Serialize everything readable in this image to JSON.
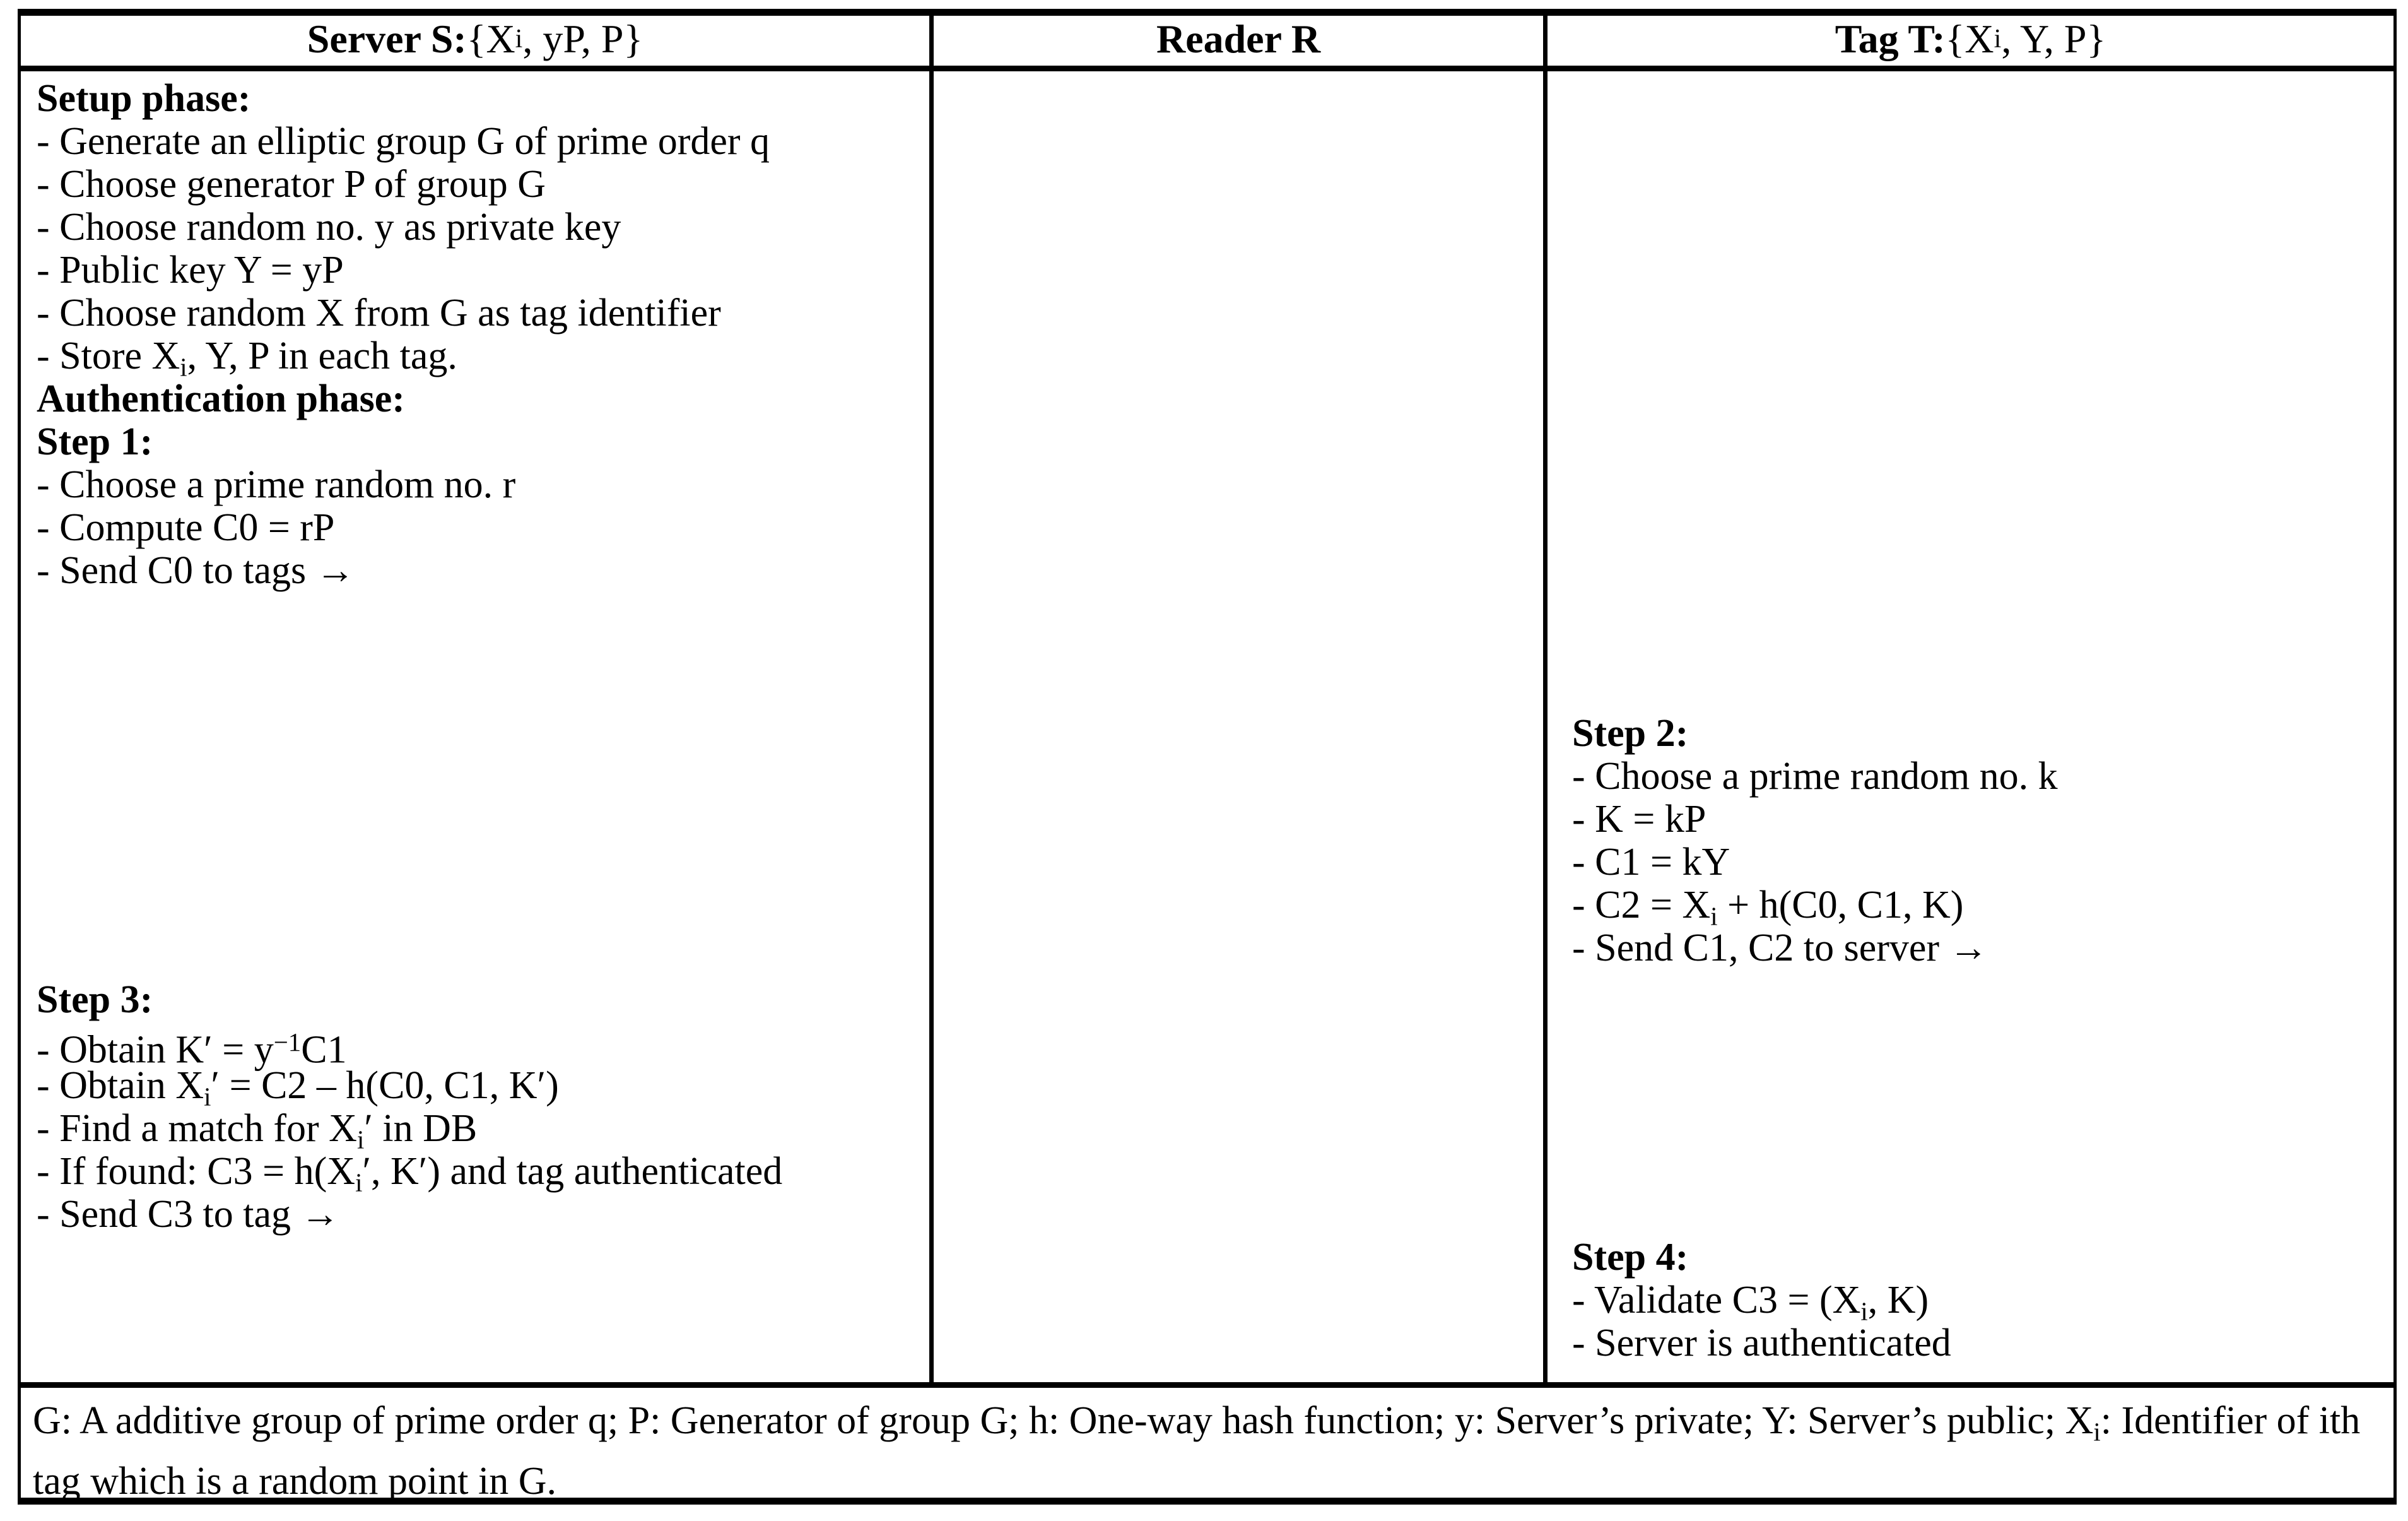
{
  "figure": {
    "kind": "protocol-table",
    "columns": [
      {
        "id": "server",
        "title_bold": "Server S:",
        "title_rest": " {X",
        "title_sub": "i",
        "title_tail": ", yP, P}"
      },
      {
        "id": "reader",
        "title_bold": "Reader R",
        "title_rest": "",
        "title_sub": "",
        "title_tail": ""
      },
      {
        "id": "tag",
        "title_bold": "Tag T:",
        "title_rest": " {X",
        "title_sub": "i",
        "title_tail": ", Y, P}"
      }
    ]
  },
  "server_column": {
    "setup": {
      "heading": "Setup phase:",
      "items": [
        "- Generate an elliptic group G of prime order q",
        "- Choose generator P of group G",
        "- Choose random no. y as private key",
        "- Public key Y = yP",
        "- Choose random X from G as tag identifier"
      ],
      "last_item_pre": "- Store X",
      "last_item_sub": "i",
      "last_item_post": ", Y, P in each tag."
    },
    "authentication": {
      "heading": "Authentication phase:",
      "step1_heading": "Step 1:",
      "step1_items": [
        "- Choose a prime random no. r",
        "- Compute C0 = rP",
        "- Send C0 to tags →"
      ]
    },
    "step3": {
      "heading": "Step 3:",
      "line1_pre": "- Obtain K′ = y",
      "line1_sup": "−1",
      "line1_post": "C1",
      "line2_pre": "- Obtain X",
      "line2_sub": "i",
      "line2_post": "′ = C2 – h(C0, C1, K′)",
      "line3_pre": "- Find a match for X",
      "line3_sub": "i",
      "line3_post": "′ in DB",
      "line4_pre": "- If found: C3 = h(X",
      "line4_sub": "i",
      "line4_post": "′, K′) and tag authenticated",
      "line5": "- Send C3 to tag →"
    }
  },
  "reader_column": {
    "content": ""
  },
  "tag_column": {
    "step2": {
      "heading": "Step 2:",
      "items": [
        "- Choose a prime random no. k",
        "- K = kP",
        "- C1 = kY"
      ],
      "c2_pre": "- C2 = X",
      "c2_sub": "i",
      "c2_post": " + h(C0, C1, K)",
      "send": "- Send C1, C2 to server →"
    },
    "step4": {
      "heading": "Step 4:",
      "validate_pre": "- Validate C3 = (X",
      "validate_sub": "i",
      "validate_post": ", K)",
      "authenticated": "- Server is authenticated"
    }
  },
  "legend": {
    "line1": "G: A additive group of prime order q; P: Generator of group G; h: One-way hash function; y: Server’s private; Y: Server’s",
    "line2_pre": "public; X",
    "line2_sub": "i",
    "line2_post": ": Identifier of ith tag which is a random point in G."
  },
  "colors": {
    "ink": "#000000",
    "paper": "#ffffff"
  }
}
